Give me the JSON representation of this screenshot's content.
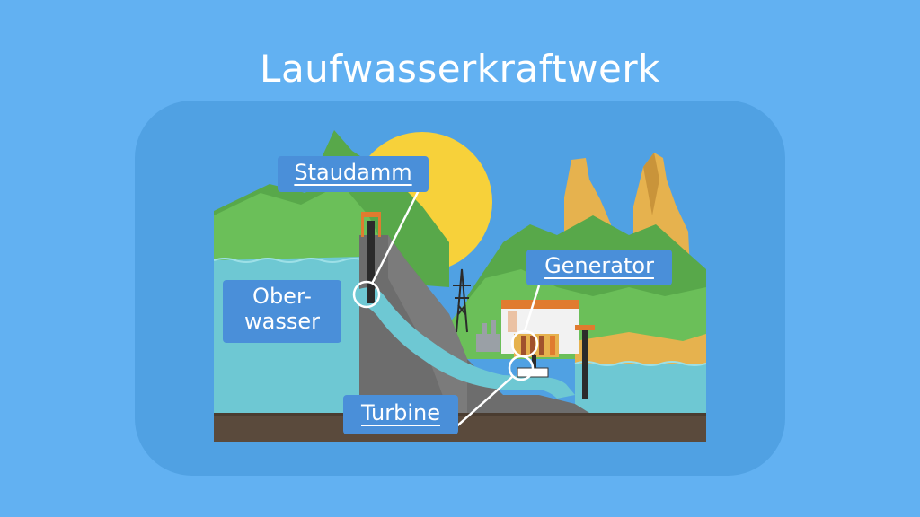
{
  "title": "Laufwasserkraftwerk",
  "labels": {
    "staudamm": "Staudamm",
    "generator": "Generator",
    "oberwasser_line1": "Ober-",
    "oberwasser_line2": "wasser",
    "turbine": "Turbine"
  },
  "colors": {
    "background": "#62b1f2",
    "panel": "#50a1e3",
    "label_box": "#4a8fd9",
    "water": "#6ec8d3",
    "dam": "#6d6d6d",
    "grass": "#6bbf59",
    "sun": "#f7d13a",
    "rock": "#e6b24e",
    "ground": "#5a4a3c"
  }
}
